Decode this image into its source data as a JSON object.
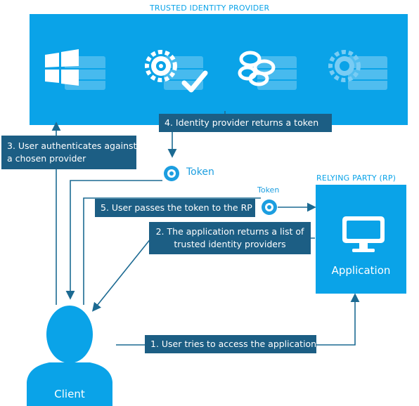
{
  "trusted_provider": {
    "title": "TRUSTED IDENTITY PROVIDER",
    "providers": [
      {
        "icon": "windows-logo-icon"
      },
      {
        "icon": "gear-server-check-icon"
      },
      {
        "icon": "knot-logo-icon"
      },
      {
        "icon": "gear-server-faded-icon"
      }
    ]
  },
  "relying_party": {
    "title": "RELYING PARTY (RP)",
    "app_label": "Application",
    "icon": "monitor-icon"
  },
  "client": {
    "label": "Client",
    "icon": "user-silhouette-icon"
  },
  "tokens": {
    "token_main": "Token",
    "token_small": "Token"
  },
  "steps": {
    "step1": "1. User tries to access the application",
    "step2_line1": "2. The application returns a list of",
    "step2_line2": "trusted identity providers",
    "step3_line1": "3. User authenticates against",
    "step3_line2": "a chosen provider",
    "step4": "4. Identity provider returns a token",
    "step5": "5. User passes the token to the RP"
  },
  "colors": {
    "accent_blue": "#0aa3e8",
    "step_box": "#1c5e84",
    "arrow": "#1c6a92"
  }
}
